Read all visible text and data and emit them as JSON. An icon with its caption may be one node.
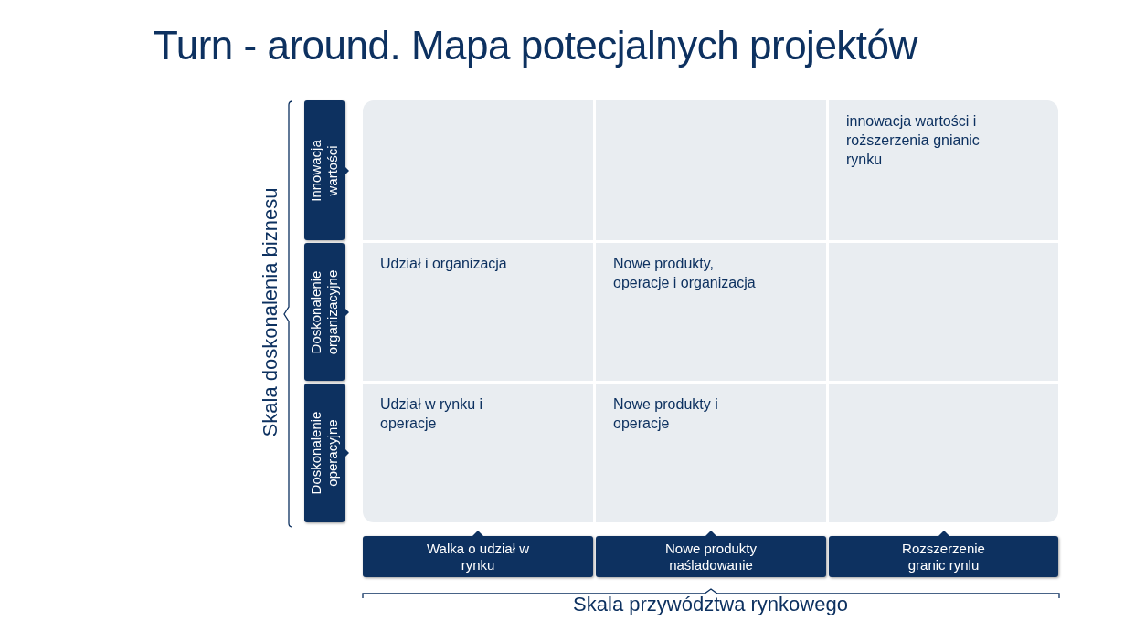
{
  "diagram": {
    "title": "Turn - around. Mapa potecjalnych projektów",
    "nodes": [
      {
        "text": [
          "Innowacja wartości"
        ]
      },
      {
        "text": [
          "Doskonalenie organizacyjne"
        ]
      },
      {
        "text": [
          "Doskonalenie operacyjne"
        ]
      },
      {
        "text": [],
        "shape": "box"
      },
      {
        "text": [],
        "shape": "box"
      },
      {
        "text": [
          "innowacja wartości i roższerzenia gnianic rynku"
        ]
      },
      {
        "text": [
          "Udział i organizacja"
        ]
      },
      {
        "text": [
          "Nowe produkty, operacje i organizacja"
        ]
      },
      {
        "text": [],
        "shape": "box"
      },
      {
        "text": [
          "Udział w rynku i operacje"
        ]
      },
      {
        "text": [
          "Nowe produkty i operacje"
        ]
      },
      {
        "text": [],
        "shape": "box"
      },
      {
        "text": [
          "Walka o udział w rynku"
        ]
      },
      {
        "text": [
          "Nowe produkty naśladowanie"
        ]
      },
      {
        "text": [
          "Rozszerzenie granic rynlu"
        ]
      }
    ],
    "edges": [],
    "labels": [
      "Skala doskonalenia biznesu",
      "Skala przywództwa rynkowego"
    ]
  }
}
